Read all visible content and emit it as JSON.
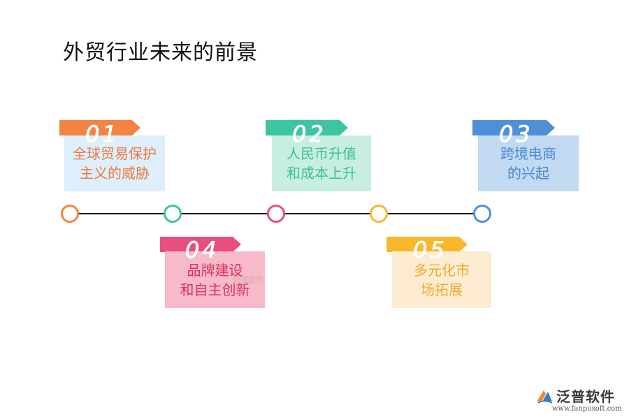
{
  "title": "外贸行业未来的前景",
  "items": [
    {
      "number": "01",
      "line1": "全球贸易保护",
      "line2": "主义的威胁",
      "tag_color": "#f28444",
      "box_color": "#ddeffa",
      "text_color": "#ef7a45",
      "dot_color": "#f28444"
    },
    {
      "number": "02",
      "line1": "人民币升值",
      "line2": "和成本上升",
      "tag_color": "#3ec4a0",
      "box_color": "#c8eee1",
      "text_color": "#3bbf9a",
      "dot_color": "#3ec4a0"
    },
    {
      "number": "03",
      "line1": "跨境电商",
      "line2": "的兴起",
      "tag_color": "#4f8fd8",
      "box_color": "#c1d9f1",
      "text_color": "#4a86d0",
      "dot_color": "#4f8fd8"
    },
    {
      "number": "04",
      "line1": "品牌建设",
      "line2": "和自主创新",
      "tag_color": "#e94f7c",
      "box_color": "#f8b9c8",
      "text_color": "#d93460",
      "dot_color": "#e94f7c"
    },
    {
      "number": "05",
      "line1": "多元化市",
      "line2": "场拓展",
      "tag_color": "#f8b82c",
      "box_color": "#fdecd2",
      "text_color": "#f0a92c",
      "dot_color": "#f8b82c"
    }
  ],
  "watermark": "泛普软件",
  "logo": {
    "name": "泛普软件",
    "url": "www.fanpusoft.com"
  }
}
